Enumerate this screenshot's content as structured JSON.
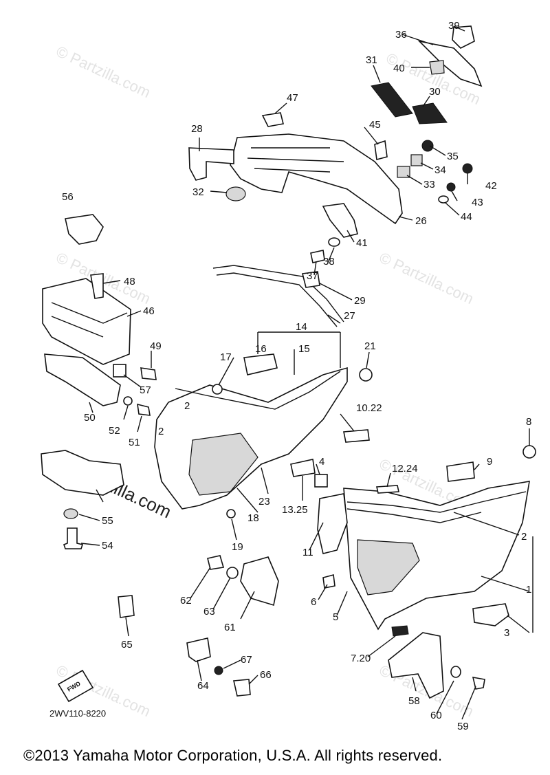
{
  "diagram": {
    "part_labels": [
      "1",
      "2",
      "2",
      "2",
      "3",
      "4",
      "5",
      "6",
      "7.20",
      "8",
      "9",
      "10.22",
      "11",
      "12.24",
      "13.25",
      "14",
      "15",
      "16",
      "17",
      "18",
      "19",
      "21",
      "23",
      "26",
      "27",
      "28",
      "29",
      "30",
      "31",
      "32",
      "33",
      "34",
      "35",
      "36",
      "37",
      "38",
      "39",
      "40",
      "41",
      "42",
      "43",
      "44",
      "45",
      "46",
      "47",
      "48",
      "49",
      "50",
      "51",
      "52",
      "54",
      "55",
      "56",
      "57",
      "58",
      "59",
      "60",
      "61",
      "62",
      "63",
      "64",
      "65",
      "66",
      "67"
    ],
    "watermark": "© Partzilla.com",
    "fwd_label": "FWD",
    "diagram_code": "2WV110-8220"
  },
  "footer": {
    "copyright": "©2013  Yamaha Motor Corporation, U.S.A. All rights reserved."
  }
}
